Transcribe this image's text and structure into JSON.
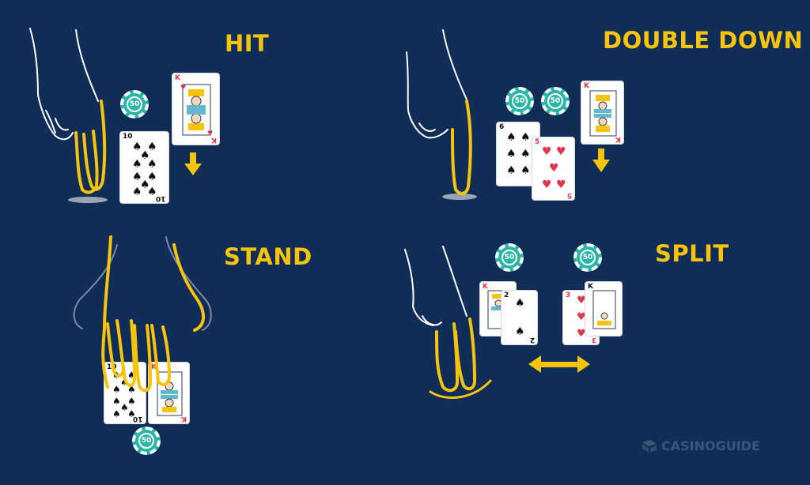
{
  "labels": {
    "hit": "HIT",
    "double_down": "DOUBLE DOWN",
    "stand": "STAND",
    "split": "SPLIT"
  },
  "chips": {
    "value": "50"
  },
  "cards": {
    "hit_ten": {
      "rank": "10",
      "suit": "spade"
    },
    "hit_king": {
      "rank": "K",
      "suit": "heart"
    },
    "dd_six": {
      "rank": "6",
      "suit": "spade"
    },
    "dd_five": {
      "rank": "5",
      "suit": "heart"
    },
    "dd_king": {
      "rank": "K",
      "suit": "heart"
    },
    "stand_ten": {
      "rank": "10",
      "suit": "spade"
    },
    "stand_king": {
      "rank": "K",
      "suit": "heart"
    },
    "split_king_left": {
      "rank": "K",
      "suit": "heart"
    },
    "split_two": {
      "rank": "2",
      "suit": "spade"
    },
    "split_three": {
      "rank": "3",
      "suit": "heart"
    },
    "split_king_right": {
      "rank": "K",
      "suit": "spade"
    }
  },
  "brand": {
    "name": "CASINOGUIDE"
  },
  "colors": {
    "background": "#0f2d57",
    "accent_yellow": "#f6c30f",
    "chip_teal": "#2bb5a8",
    "card_red": "#e0364a"
  },
  "icons": {
    "hit_arrow": "arrow-down-icon",
    "double_arrow": "arrow-down-icon",
    "split_arrow": "double-arrow-horizontal-icon"
  }
}
